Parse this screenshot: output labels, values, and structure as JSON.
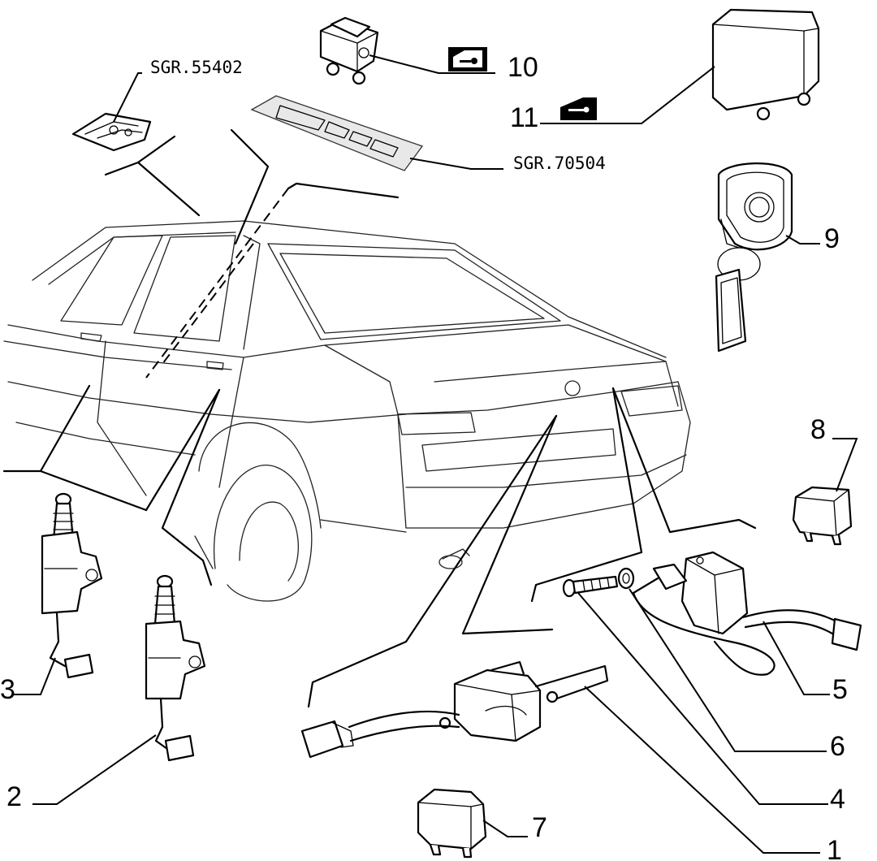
{
  "refs": {
    "sgr_55402": "SGR.55402",
    "sgr_70504": "SGR.70504"
  },
  "labels": {
    "p1": "1",
    "p2": "2",
    "p3": "3",
    "p4": "4",
    "p5": "5",
    "p6": "6",
    "p7": "7",
    "p8": "8",
    "p9": "9",
    "p10": "10",
    "p11": "11"
  },
  "icons": {
    "door_lock_symbol": "door-with-key-icon",
    "trunk_lock_symbol": "trunk-key-icon"
  }
}
